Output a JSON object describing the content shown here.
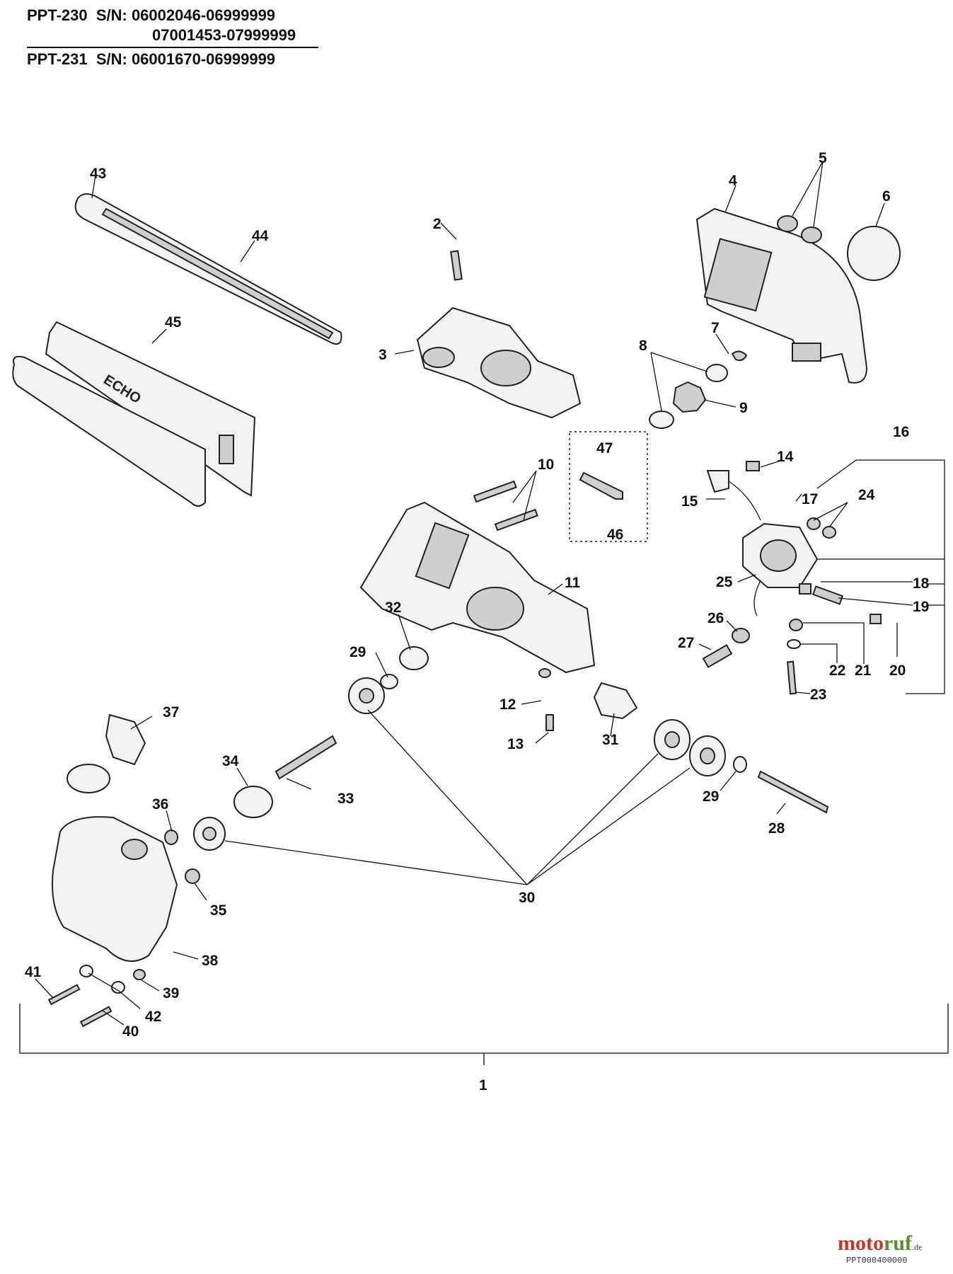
{
  "header": {
    "line1": "PPT-230  S/N: 06002046-06999999",
    "line2": "07001453-07999999",
    "line3": "PPT-231  S/N: 06001670-06999999"
  },
  "callouts": [
    "1",
    "2",
    "3",
    "4",
    "5",
    "6",
    "7",
    "8",
    "9",
    "10",
    "11",
    "12",
    "13",
    "14",
    "15",
    "16",
    "17",
    "18",
    "19",
    "20",
    "21",
    "22",
    "23",
    "24",
    "25",
    "26",
    "27",
    "28",
    "29",
    "30",
    "31",
    "32",
    "33",
    "34",
    "35",
    "36",
    "37",
    "38",
    "39",
    "40",
    "41",
    "42",
    "43",
    "44",
    "45",
    "46",
    "47"
  ],
  "extra_labels": {
    "l29b": "29"
  },
  "logo_text": "ECHO",
  "footer": {
    "code": "PPT000400000",
    "watermark_a": "moto",
    "watermark_b": "ruf",
    "watermark_suffix": ".de"
  }
}
